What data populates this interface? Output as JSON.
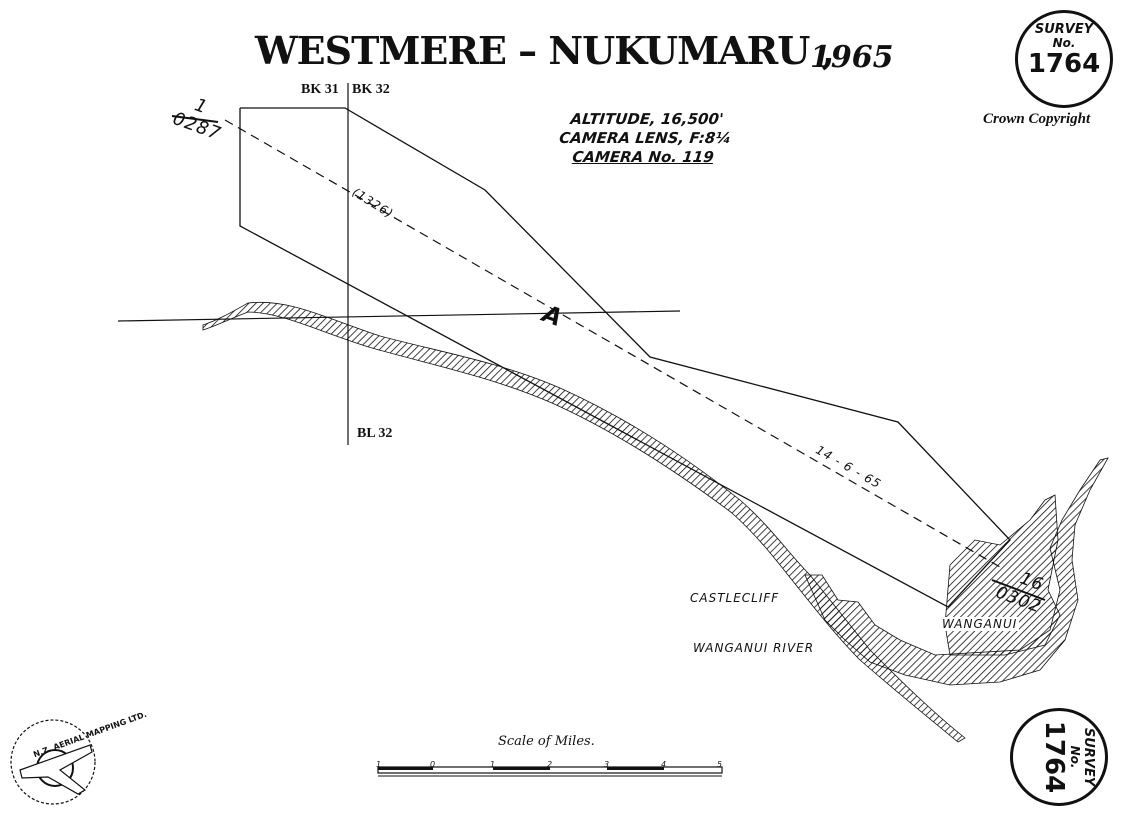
{
  "title": "WESTMERE – NUKUMARU ,",
  "year": "1965",
  "copyright": "Crown Copyright",
  "flight_info": [
    "ALTITUDE, 16,500'",
    "CAMERA LENS, F:8¼",
    "CAMERA No. 119"
  ],
  "survey_stamp": {
    "label": "SURVEY",
    "no": "No.",
    "number": "1764"
  },
  "grid_labels": {
    "bk31": "BK 31",
    "bk32": "BK 32",
    "bl32": "BL 32"
  },
  "run": {
    "start_num": "1",
    "start_frame": "0287",
    "end_num": "16",
    "end_frame": "0302",
    "run_code": "(1326)",
    "date": "14 - 6 - 65",
    "letter": "A"
  },
  "places": {
    "castlecliff": "CASTLECLIFF",
    "river": "WANGANUI RIVER",
    "town": "WANGANUI"
  },
  "scale": {
    "title": "Scale of Miles.",
    "ticks": [
      "1",
      "0",
      "1",
      "2",
      "3",
      "4",
      "5"
    ]
  },
  "logo_text": "N.Z. AERIAL MAPPING LTD."
}
